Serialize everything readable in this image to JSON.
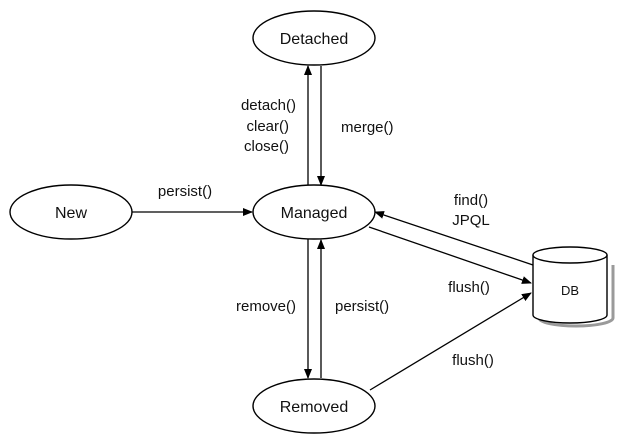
{
  "states": {
    "detached": "Detached",
    "new": "New",
    "managed": "Managed",
    "removed": "Removed",
    "db": "DB"
  },
  "transitions": {
    "detach": "detach()",
    "clear": "clear()",
    "close": "close()",
    "merge": "merge()",
    "persist_new": "persist()",
    "find": "find()",
    "jpql": "JPQL",
    "flush_managed": "flush()",
    "remove": "remove()",
    "persist_removed": "persist()",
    "flush_removed": "flush()"
  }
}
